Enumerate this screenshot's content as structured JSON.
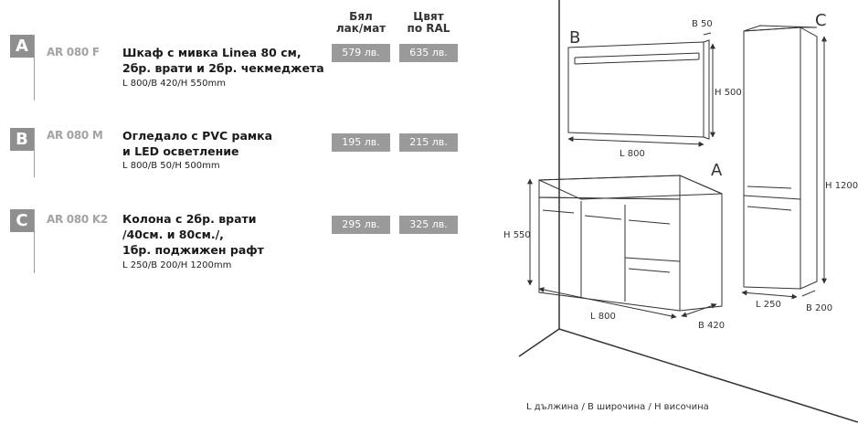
{
  "columns": {
    "col1": [
      "Бял",
      "лак/мат"
    ],
    "col2": [
      "Цвят",
      "по RAL"
    ]
  },
  "products": [
    {
      "letter": "A",
      "code": "AR 080 F",
      "title_lines": [
        "Шкаф с мивка Linea 80 см,",
        "2бр. врати и 2бр. чекмеджета"
      ],
      "dims": "L 800/B 420/H 550mm",
      "price_white": "579 лв.",
      "price_ral": "635 лв."
    },
    {
      "letter": "B",
      "code": "AR 080 M",
      "title_lines": [
        "Огледало с PVC рамка",
        "и LED осветление"
      ],
      "dims": "L 800/B 50/H 500mm",
      "price_white": "195 лв.",
      "price_ral": "215 лв."
    },
    {
      "letter": "C",
      "code": "AR 080 K2",
      "title_lines": [
        "Колона с 2бр. врати",
        "/40см. и 80см./,",
        "1бр. поджижен рафт"
      ],
      "dims": "L 250/B 200/H 1200mm",
      "price_white": "295 лв.",
      "price_ral": "325 лв."
    }
  ],
  "drawing": {
    "label_a": "A",
    "label_b": "B",
    "label_c": "C",
    "mirror_b": "B 50",
    "mirror_h": "H 500",
    "mirror_l": "L 800",
    "cab_h": "H 550",
    "cab_l": "L 800",
    "cab_b": "B 420",
    "col_h": "H 1200",
    "col_l": "L 250",
    "col_b": "B 200"
  },
  "legend": "L дължина / B широчина / H височина"
}
